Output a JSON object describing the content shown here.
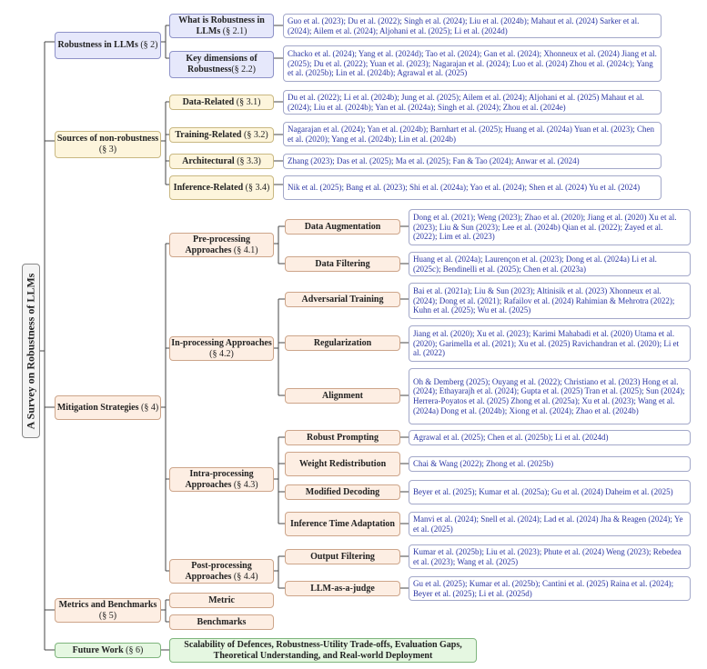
{
  "root": {
    "title": "A Survey on Robustness of LLMs"
  },
  "c1": {
    "title": "Robustness in LLMs",
    "ref": "(§ 2)"
  },
  "c1a": {
    "title": "What is Robustness in LLMs",
    "ref": "(§ 2.1)",
    "refs": "Guo et al. (2023); Du et al. (2022); Singh et al. (2024); Liu et al. (2024b); Mahaut et al. (2024) Sarker et al. (2024); Ailem et al. (2024); Aljohani et al. (2025); Li et al. (2024d)"
  },
  "c1b": {
    "title": "Key dimensions of Robustness",
    "ref": "(§ 2.2)",
    "refs": "Chacko et al. (2024); Yang et al. (2024d); Tao et al. (2024); Gan et al. (2024); Xhonneux et al. (2024) Jiang et al. (2025); Du et al. (2022); Yuan et al. (2023); Nagarajan et al. (2024); Luo et al. (2024) Zhou et al. (2024c); Yang et al. (2025b); Lin et al. (2024b); Agrawal et al. (2025)"
  },
  "c2": {
    "title": "Sources of non-robustness",
    "ref": "(§ 3)"
  },
  "c2a": {
    "title": "Data-Related",
    "ref": "(§ 3.1)",
    "refs": "Du et al. (2022); Li et al. (2024b); Jung et al. (2025); Ailem et al. (2024); Aljohani et al. (2025) Mahaut et al. (2024); Liu et al. (2024b); Yan et al. (2024a); Singh et al. (2024); Zhou et al. (2024e)"
  },
  "c2b": {
    "title": "Training-Related",
    "ref": "(§ 3.2)",
    "refs": "Nagarajan et al. (2024); Yan et al. (2024b); Barnhart et al. (2025); Huang et al. (2024a) Yuan et al. (2023); Chen et al. (2020); Yang et al. (2024b); Lin et al. (2024b)"
  },
  "c2c": {
    "title": "Architectural",
    "ref": "(§ 3.3)",
    "refs": "Zhang (2023); Das et al. (2025); Ma et al. (2025); Fan & Tao (2024); Anwar et al. (2024)"
  },
  "c2d": {
    "title": "Inference-Related",
    "ref": "(§ 3.4)",
    "refs": "Nik et al. (2025); Bang et al. (2023); Shi et al. (2024a); Yao et al. (2024); Shen et al. (2024) Yu et al. (2024)"
  },
  "c3": {
    "title": "Mitigation Strategies",
    "ref": "(§ 4)"
  },
  "c3a": {
    "title": "Pre-processing Approaches",
    "ref": "(§ 4.1)"
  },
  "c3a1": {
    "title": "Data Augmentation",
    "refs": "Dong et al. (2021); Weng (2023); Zhao et al. (2020); Jiang et al. (2020) Xu et al. (2023); Liu & Sun (2023); Lee et al. (2024b) Qian et al. (2022); Zayed et al. (2022); Lim et al. (2023)"
  },
  "c3a2": {
    "title": "Data Filtering",
    "refs": "Huang et al. (2024a); Laurençon et al. (2023); Dong et al. (2024a) Li et al. (2025c); Bendinelli et al. (2025); Chen et al. (2023a)"
  },
  "c3b": {
    "title": "In-processing Approaches",
    "ref": "(§ 4.2)"
  },
  "c3b1": {
    "title": "Adversarial Training",
    "refs": "Bai et al. (2021a); Liu & Sun (2023); Altinisik et al. (2023) Xhonneux et al. (2024); Dong et al. (2021); Rafailov et al. (2024) Rahimian & Mehrotra (2022); Kuhn et al. (2025); Wu et al. (2025)"
  },
  "c3b2": {
    "title": "Regularization",
    "refs": "Jiang et al. (2020); Xu et al. (2023); Karimi Mahabadi et al. (2020) Utama et al. (2020); Garimella et al. (2021); Xu et al. (2025) Ravichandran et al. (2020); Li et al. (2022)"
  },
  "c3b3": {
    "title": "Alignment",
    "refs": "Oh & Demberg (2025); Ouyang et al. (2022); Christiano et al. (2023) Hong et al. (2024); Ethayarajh et al. (2024); Gupta et al. (2025) Tran et al. (2025); Sun (2024); Herrera-Poyatos et al. (2025) Zhong et al. (2025a); Xu et al. (2023); Wang et al. (2024a) Dong et al. (2024b); Xiong et al. (2024); Zhao et al. (2024b)"
  },
  "c3c": {
    "title": "Intra-processing Approaches",
    "ref": "(§ 4.3)"
  },
  "c3c1": {
    "title": "Robust Prompting",
    "refs": "Agrawal et al. (2025); Chen et al. (2025b); Li et al. (2024d)"
  },
  "c3c2": {
    "title": "Weight Redistribution",
    "refs": "Chai & Wang (2022); Zhong et al. (2025b)"
  },
  "c3c3": {
    "title": "Modified Decoding",
    "refs": "Beyer et al. (2025); Kumar et al. (2025a); Gu et al. (2024) Daheim et al. (2025)"
  },
  "c3c4": {
    "title": "Inference Time Adaptation",
    "refs": "Manvi et al. (2024); Snell et al. (2024); Lad et al. (2024) Jha & Reagen (2024); Ye et al. (2025)"
  },
  "c3d": {
    "title": "Post-processing Approaches",
    "ref": "(§ 4.4)"
  },
  "c3d1": {
    "title": "Output Filtering",
    "refs": "Kumar et al. (2025b); Liu et al. (2023); Phute et al. (2024) Weng (2023); Rebedea et al. (2023); Wang et al. (2025)"
  },
  "c3d2": {
    "title": "LLM-as-a-judge",
    "refs": "Gu et al. (2025); Kumar et al. (2025b); Cantini et al. (2025) Raina et al. (2024); Beyer et al. (2025); Li et al. (2025d)"
  },
  "c4": {
    "title": "Metrics and Benchmarks",
    "ref": "(§ 5)"
  },
  "c4a": {
    "title": "Metric"
  },
  "c4b": {
    "title": "Benchmarks"
  },
  "c5": {
    "title": "Future Work",
    "ref": "(§ 6)"
  },
  "c5a": {
    "title": "Scalability of Defences, Robustness-Utility Trade-offs, Evaluation Gaps, Theoretical Understanding, and Real-world Deployment"
  }
}
